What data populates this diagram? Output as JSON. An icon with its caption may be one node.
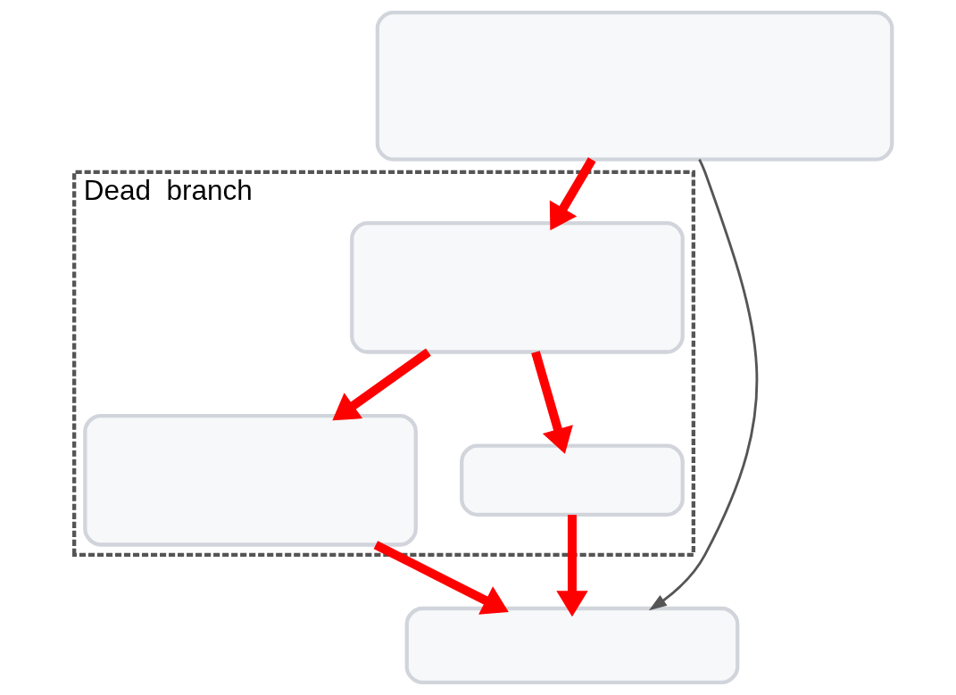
{
  "diagram": {
    "nodes": [
      {
        "text": [],
        "shape": "box"
      },
      {
        "text": [
          "Dead  branch"
        ]
      },
      {
        "text": [],
        "shape": "box",
        "in": 1
      },
      {
        "text": [],
        "shape": "box",
        "in": 1
      },
      {
        "text": [],
        "shape": "box",
        "in": 1
      },
      {
        "text": [],
        "shape": "box"
      }
    ],
    "edges": [
      {
        "from": 0,
        "to": 2,
        "arrow": "to"
      },
      {
        "from": 2,
        "to": 3,
        "arrow": "to"
      },
      {
        "from": 2,
        "to": 4,
        "arrow": "to"
      },
      {
        "from": 3,
        "to": 5,
        "arrow": "to"
      },
      {
        "from": 4,
        "to": 5,
        "arrow": "to"
      },
      {
        "from": 0,
        "to": 5,
        "arrow": "to",
        "color": "#555555"
      }
    ]
  }
}
